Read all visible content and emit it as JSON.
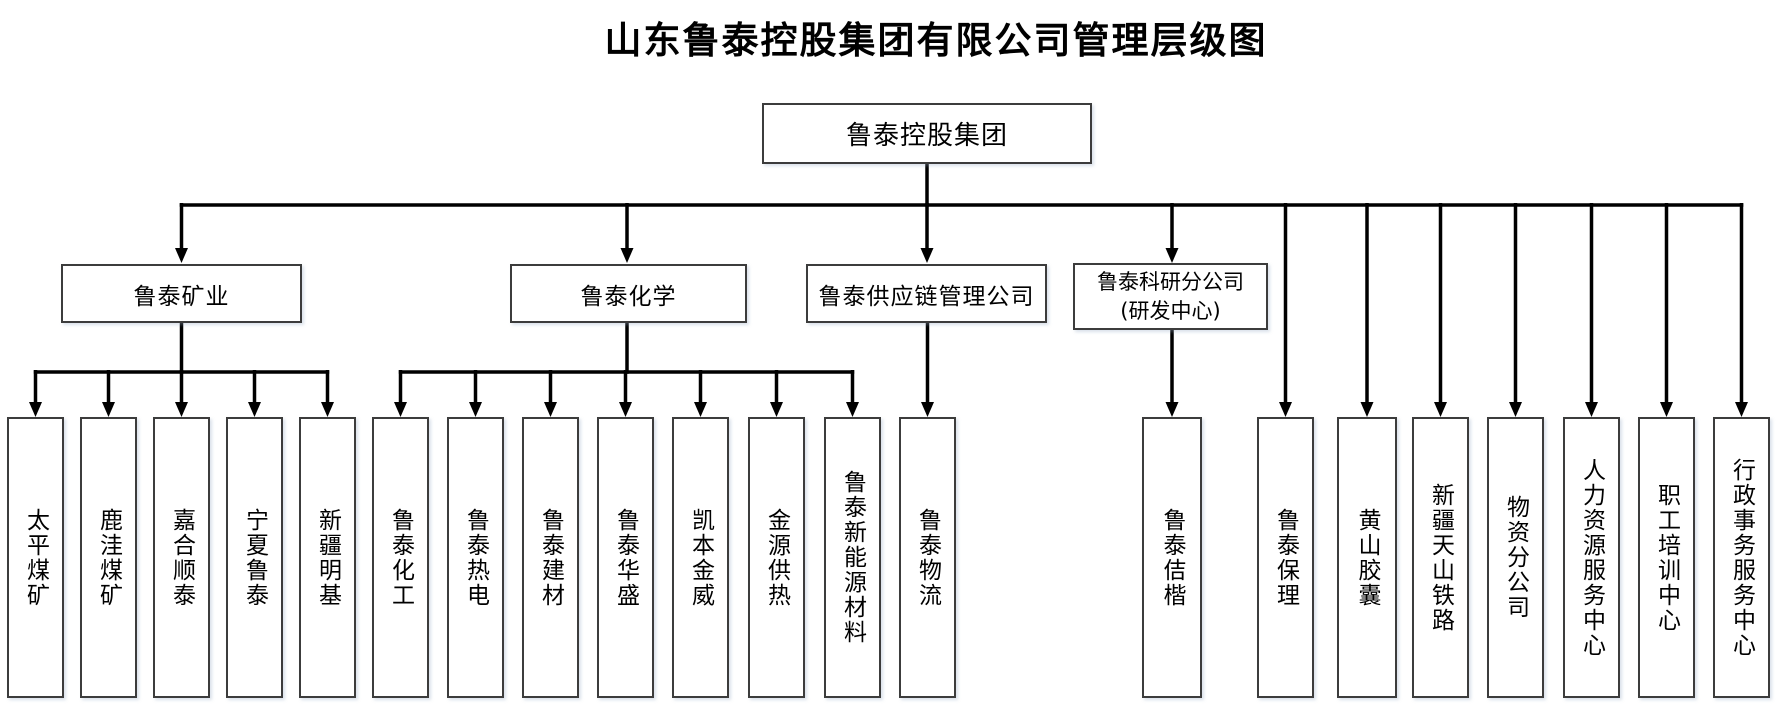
{
  "title": "山东鲁泰控股集团有限公司管理层级图",
  "org": {
    "root": {
      "label": "鲁泰控股集团"
    },
    "level2": [
      {
        "label": "鲁泰矿业",
        "parent": "鲁泰控股集团"
      },
      {
        "label": "鲁泰化学",
        "parent": "鲁泰控股集团"
      },
      {
        "label": "鲁泰供应链管理公司",
        "parent": "鲁泰控股集团"
      },
      {
        "label": "鲁泰科研分公司",
        "sublabel": "(研发中心)",
        "parent": "鲁泰控股集团"
      }
    ],
    "level3": [
      {
        "label": "太平煤矿",
        "parent": "鲁泰矿业"
      },
      {
        "label": "鹿洼煤矿",
        "parent": "鲁泰矿业"
      },
      {
        "label": "嘉合顺泰",
        "parent": "鲁泰矿业"
      },
      {
        "label": "宁夏鲁泰",
        "parent": "鲁泰矿业"
      },
      {
        "label": "新疆明基",
        "parent": "鲁泰矿业"
      },
      {
        "label": "鲁泰化工",
        "parent": "鲁泰化学"
      },
      {
        "label": "鲁泰热电",
        "parent": "鲁泰化学"
      },
      {
        "label": "鲁泰建材",
        "parent": "鲁泰化学"
      },
      {
        "label": "鲁泰华盛",
        "parent": "鲁泰化学"
      },
      {
        "label": "凯本金威",
        "parent": "鲁泰化学"
      },
      {
        "label": "金源供热",
        "parent": "鲁泰化学"
      },
      {
        "label": "鲁泰新能源材料",
        "parent": "鲁泰化学"
      },
      {
        "label": "鲁泰物流",
        "parent": "鲁泰供应链管理公司"
      },
      {
        "label": "鲁泰佶楷",
        "parent": "鲁泰科研分公司(研发中心)"
      },
      {
        "label": "鲁泰保理",
        "parent": "鲁泰控股集团"
      },
      {
        "label": "黄山胶囊",
        "parent": "鲁泰控股集团"
      },
      {
        "label": "新疆天山铁路",
        "parent": "鲁泰控股集团"
      },
      {
        "label": "物资分公司",
        "parent": "鲁泰控股集团"
      },
      {
        "label": "人力资源服务中心",
        "parent": "鲁泰控股集团"
      },
      {
        "label": "职工培训中心",
        "parent": "鲁泰控股集团"
      },
      {
        "label": "行政事务服务中心",
        "parent": "鲁泰控股集团"
      }
    ]
  }
}
